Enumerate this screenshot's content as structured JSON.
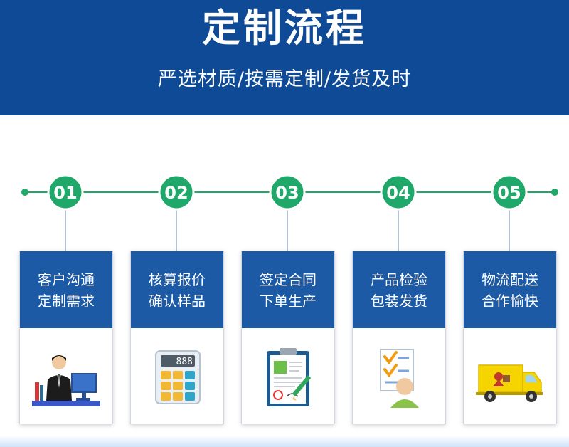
{
  "header": {
    "title": "定制流程",
    "subtitle": "严选材质/按需定制/发货及时"
  },
  "colors": {
    "header_bg": "#0e4a96",
    "card_head_bg": "#1c5aa6",
    "accent_green": "#1fa86a"
  },
  "steps": [
    {
      "number": "01",
      "line1": "客户沟通",
      "line2": "定制需求",
      "icon": "businessman-at-computer-icon"
    },
    {
      "number": "02",
      "line1": "核算报价",
      "line2": "确认样品",
      "icon": "calculator-icon"
    },
    {
      "number": "03",
      "line1": "签定合同",
      "line2": "下单生产",
      "icon": "clipboard-contract-icon"
    },
    {
      "number": "04",
      "line1": "产品检验",
      "line2": "包装发货",
      "icon": "inspector-checklist-icon"
    },
    {
      "number": "05",
      "line1": "物流配送",
      "line2": "合作愉快",
      "icon": "delivery-truck-icon"
    }
  ],
  "calculator_display": "888"
}
